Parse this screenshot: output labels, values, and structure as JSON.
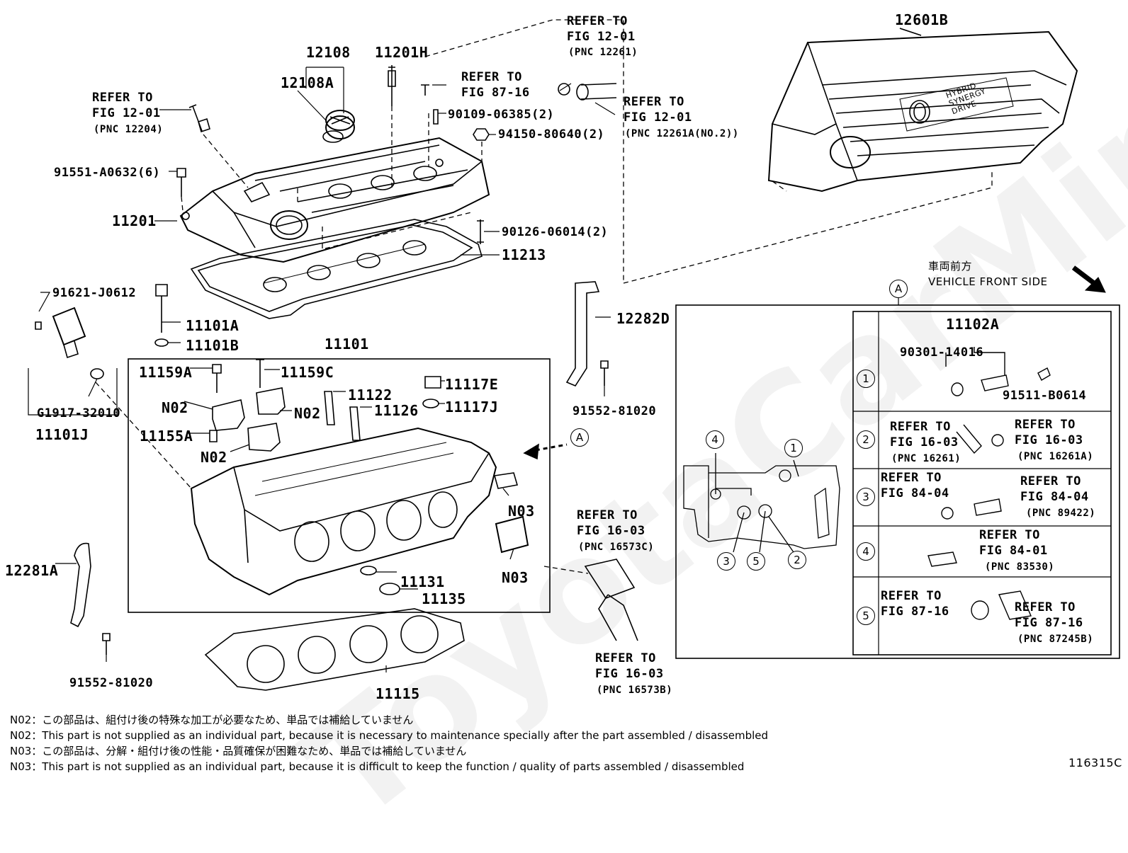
{
  "parts": {
    "p12601B": "12601B",
    "p12108": "12108",
    "p12108A": "12108A",
    "p11201H": "11201H",
    "p90109": "90109-06385(2)",
    "p94150": "94150-80640(2)",
    "p91551": "91551-A0632(6)",
    "p11201": "11201",
    "p90126": "90126-06014(2)",
    "p11213": "11213",
    "p91621": "91621-J0612",
    "p11101A": "11101A",
    "p11101B": "11101B",
    "p11101": "11101",
    "p11159A": "11159A",
    "p11159C": "11159C",
    "p11117E": "11117E",
    "p11117J": "11117J",
    "p11122": "11122",
    "p11126": "11126",
    "pN02a": "N02",
    "pN02b": "N02",
    "pN02c": "N02",
    "p11155A": "11155A",
    "pG1917": "G1917-32010",
    "p11101J": "11101J",
    "pN03a": "N03",
    "pN03b": "N03",
    "p11131": "11131",
    "p11135": "11135",
    "p12281A": "12281A",
    "p91552a": "91552-81020",
    "p11115": "11115",
    "p12282D": "12282D",
    "p91552b": "91552-81020",
    "p11102A": "11102A",
    "p90301": "90301-14016",
    "p91511": "91511-B0614"
  },
  "refs": {
    "r1_l1": "REFER TO",
    "r1_l2": "FIG 12-01",
    "r1_l3": "(PNC 12204)",
    "r2_l1": "REFER TO",
    "r2_l2": "FIG 12-01",
    "r2_l3": "(PNC 12261)",
    "r3_l1": "REFER TO",
    "r3_l2": "FIG 87-16",
    "r4_l1": "REFER TO",
    "r4_l2": "FIG 12-01",
    "r4_l3": "(PNC 12261A(NO.2))",
    "r5_l1": "REFER TO",
    "r5_l2": "FIG 16-03",
    "r5_l3": "(PNC 16573C)",
    "r6_l1": "REFER TO",
    "r6_l2": "FIG 16-03",
    "r6_l3": "(PNC 16573B)"
  },
  "inset": {
    "marker": "A",
    "front_jp": "車両前方",
    "front_en": "VEHICLE FRONT SIDE",
    "n1": "1",
    "n2": "2",
    "n3": "3",
    "n4": "4",
    "n5": "5",
    "row2_l1": "REFER TO",
    "row2_l2": "FIG 16-03",
    "row2_l3": "(PNC 16261)",
    "row2_r1": "REFER TO",
    "row2_r2": "FIG 16-03",
    "row2_r3": "(PNC 16261A)",
    "row3_l1": "REFER TO",
    "row3_l2": "FIG 84-04",
    "row3_r1": "REFER TO",
    "row3_r2": "FIG 84-04",
    "row3_r3": "(PNC 89422)",
    "row4_r1": "REFER TO",
    "row4_r2": "FIG 84-01",
    "row4_r3": "(PNC 83530)",
    "row5_l1": "REFER TO",
    "row5_l2": "FIG 87-16",
    "row5_r1": "REFER TO",
    "row5_r2": "FIG 87-16",
    "row5_r3": "(PNC 87245B)"
  },
  "notes": {
    "n02_jp": "N02：この部品は、組付け後の特殊な加工が必要なため、単品では補給していません",
    "n02_en": "N02：This part is not supplied as an individual part, because it is necessary to maintenance specially after the part assembled / disassembled",
    "n03_jp": "N03：この部品は、分解・組付け後の性能・品質確保が困難なため、単品では補給していません",
    "n03_en": "N03：This part is not supplied as an individual part, because it is difficult to keep the function / quality of parts  assembled / disassembled"
  },
  "figure_id": "116315C",
  "cover_text": {
    "l1": "HYBRID",
    "l2": "SYNERGY",
    "l3": "DRIVE"
  },
  "watermark": "ToyotaCarMine.co"
}
